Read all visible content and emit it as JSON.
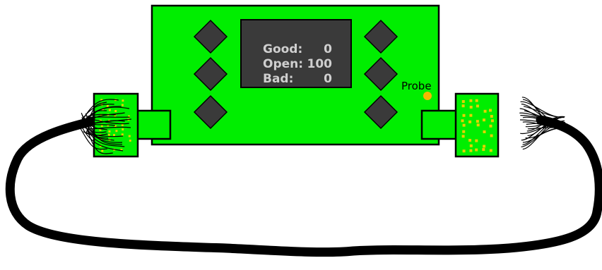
{
  "display": {
    "good_label": "Good:",
    "good_value": "0",
    "open_label": "Open:",
    "open_value": "100",
    "bad_label": "Bad:",
    "bad_value": "0"
  },
  "probe": {
    "label": "Probe",
    "color": "#f5b800"
  },
  "colors": {
    "board": "#00ee00",
    "screen": "#3a3a3a",
    "screen_text": "#cfcfcf",
    "button": "#3a3a3a",
    "pin": "#e6d200",
    "cable": "#000000"
  },
  "buttons": [
    "left-button-top",
    "left-button-middle",
    "left-button-bottom",
    "right-button-top",
    "right-button-middle",
    "right-button-bottom"
  ]
}
